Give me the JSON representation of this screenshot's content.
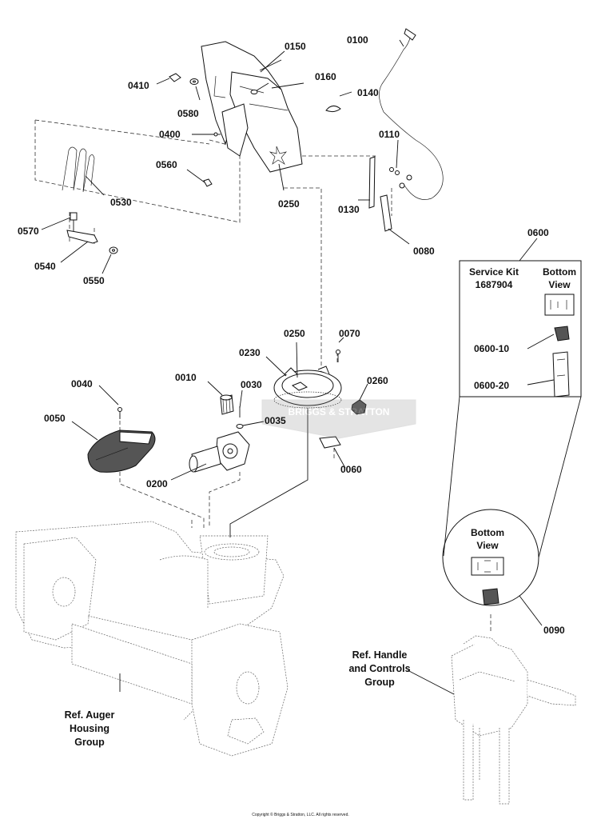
{
  "callouts": {
    "c0100": "0100",
    "c0150": "0150",
    "c0410": "0410",
    "c0160": "0160",
    "c0580": "0580",
    "c0140": "0140",
    "c0400": "0400",
    "c0110": "0110",
    "c0560": "0560",
    "c0530": "0530",
    "c0250a": "0250",
    "c0130": "0130",
    "c0570": "0570",
    "c0080": "0080",
    "c0540": "0540",
    "c0550": "0550",
    "c0600": "0600",
    "c0250b": "0250",
    "c0070": "0070",
    "c0230": "0230",
    "c0010": "0010",
    "c0260": "0260",
    "c0040": "0040",
    "c0030": "0030",
    "c0050": "0050",
    "c0035": "0035",
    "c0200": "0200",
    "c0060": "0060",
    "c0600_10": "0600-10",
    "c0600_20": "0600-20",
    "c0090": "0090"
  },
  "service_kit": {
    "title": "Service Kit",
    "number": "1687904",
    "bottom_view_1": "Bottom",
    "bottom_view_2": "View"
  },
  "inset": {
    "bottom_view_1": "Bottom",
    "bottom_view_2": "View"
  },
  "references": {
    "auger_1": "Ref. Auger",
    "auger_2": "Housing",
    "auger_3": "Group",
    "handle_1": "Ref. Handle",
    "handle_2": "and Controls",
    "handle_3": "Group"
  },
  "watermark": "BRIGGS & STRATTON",
  "copyright": "Copyright © Briggs & Stratton, LLC. All rights reserved."
}
